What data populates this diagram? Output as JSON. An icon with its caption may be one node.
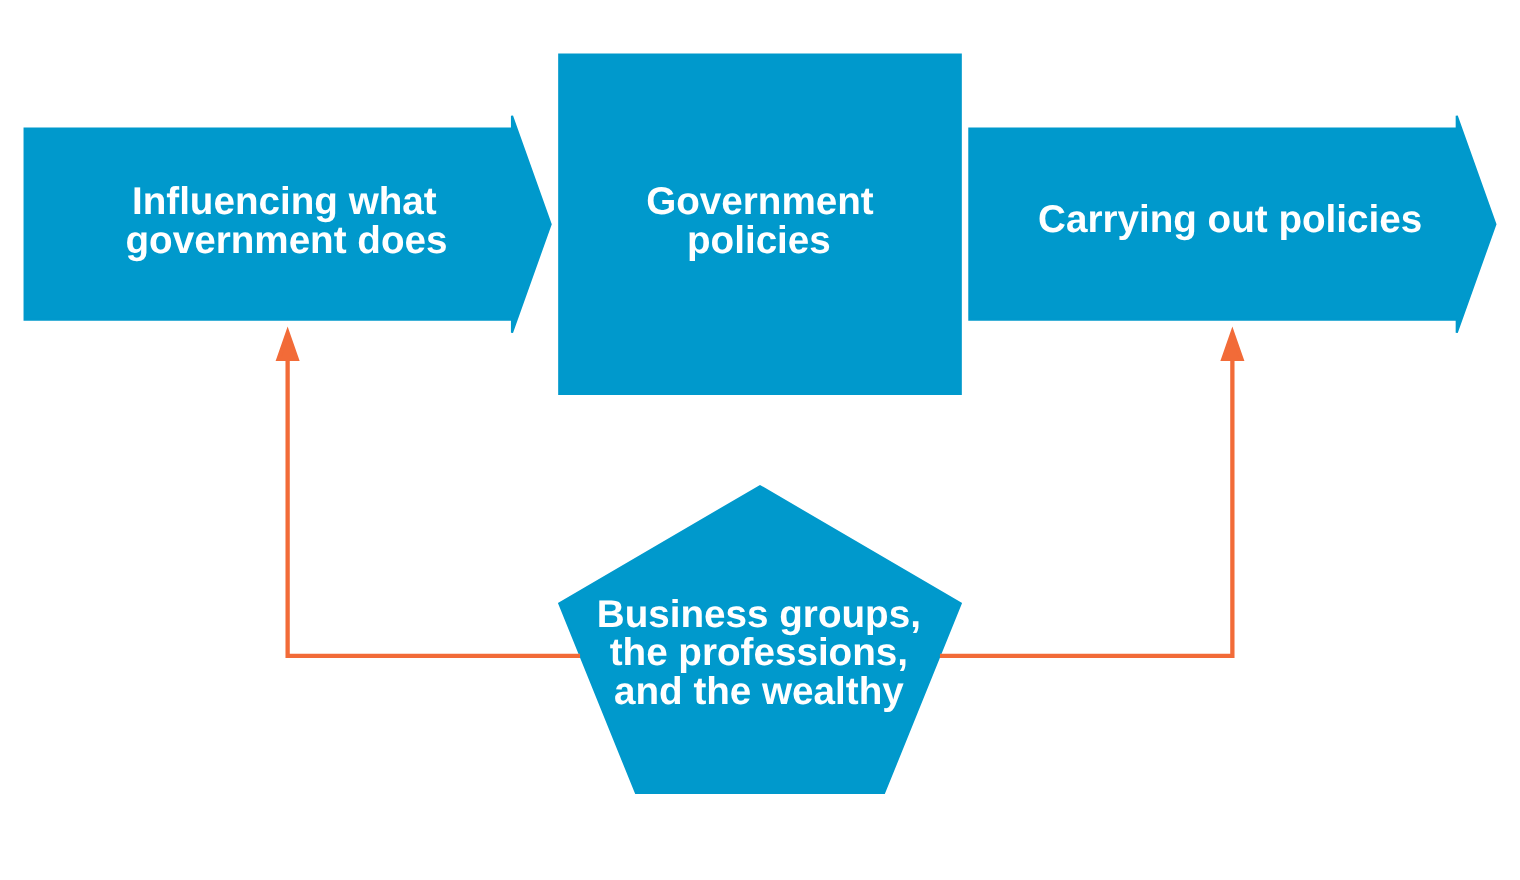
{
  "diagram": {
    "nodes": [
      {
        "text": [
          "Influencing what government does"
        ]
      },
      {
        "text": [
          "Government policies"
        ]
      },
      {
        "text": [
          "Carrying out policies"
        ]
      },
      {
        "text": [
          "Business groups, the professions, and the wealthy"
        ]
      }
    ],
    "edges": [
      {
        "from": 3,
        "to": 0,
        "arrow": "to"
      },
      {
        "from": 3,
        "to": 2,
        "arrow": "to"
      }
    ]
  }
}
